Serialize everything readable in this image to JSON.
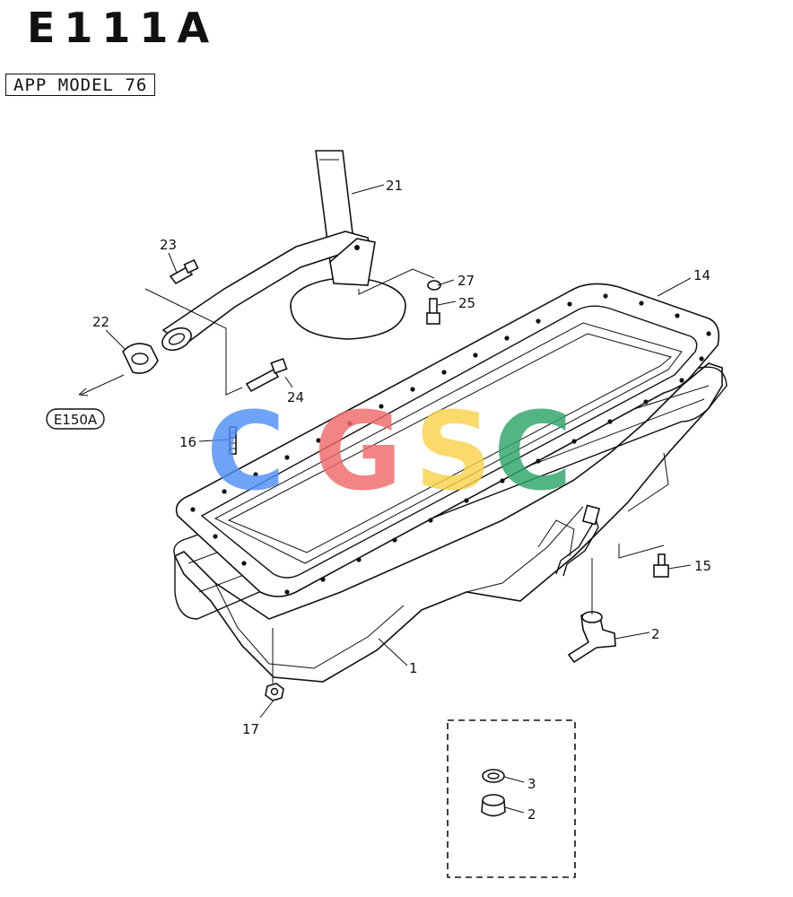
{
  "header": {
    "title": "E111A",
    "model_label": "APP MODEL 76"
  },
  "reference": {
    "label": "E150A"
  },
  "watermark": {
    "text": "CGSC",
    "colors": [
      "#4f8ff7",
      "#f06a6a",
      "#f9d24a",
      "#2fa66a"
    ]
  },
  "callouts": {
    "c1": "1",
    "c2a": "2",
    "c2b": "2",
    "c3": "3",
    "c14": "14",
    "c15": "15",
    "c16": "16",
    "c17": "17",
    "c21": "21",
    "c22": "22",
    "c23": "23",
    "c24": "24",
    "c25": "25",
    "c27": "27"
  }
}
